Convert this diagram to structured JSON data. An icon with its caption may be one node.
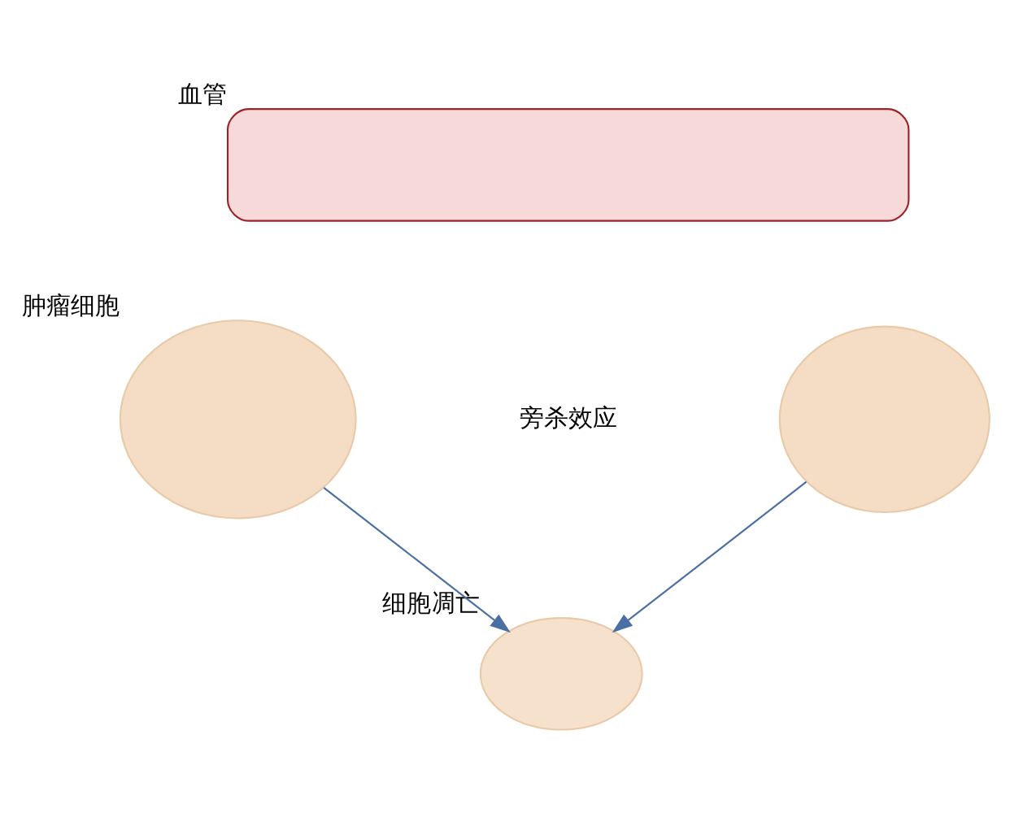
{
  "diagram": {
    "nodes": [
      {
        "text": [],
        "shape": "bar",
        "beside": [
          "血管"
        ]
      },
      {
        "text": [],
        "shape": "cloud",
        "beside": [
          "肿瘤细胞"
        ]
      },
      {
        "text": [],
        "shape": "cloud"
      },
      {
        "text": [],
        "shape": "cloud",
        "beside": [
          "细胞凋亡"
        ]
      }
    ],
    "edges": [
      {
        "from": 1,
        "to": 3,
        "arrow": "to"
      },
      {
        "from": 2,
        "to": 3,
        "arrow": "to"
      }
    ],
    "labels": [
      "旁杀效应"
    ]
  }
}
